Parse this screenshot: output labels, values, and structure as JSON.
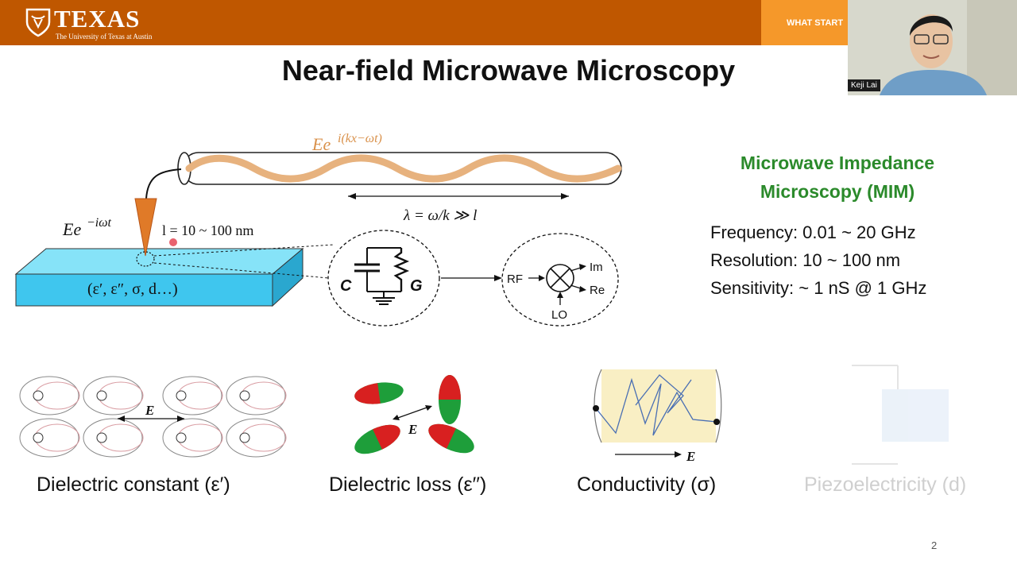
{
  "header": {
    "logo_word": "TEXAS",
    "logo_subtitle": "The University of Texas at Austin",
    "tagline": "WHAT START",
    "bar_color": "#bf5700",
    "bar_accent_color": "#f5982a"
  },
  "webcam": {
    "participant_name": "Keji Lai"
  },
  "slide": {
    "title": "Near-field Microwave Microscopy",
    "page_number": "2",
    "diagram": {
      "wave_label": "Ee",
      "wave_exponent": "i(kx−ωt)",
      "wavelength_label": "λ = ω/k ≫ l",
      "tip_label": "Ee",
      "tip_exponent": "−iωt",
      "distance_label": "l = 10 ~ 100 nm",
      "sample_label": "(ε′, ε″, σ, d…)",
      "capacitor_label": "C",
      "conductance_label": "G",
      "rf_label": "RF",
      "im_label": "Im",
      "re_label": "Re",
      "lo_label": "LO"
    },
    "mim": {
      "title_line1": "Microwave Impedance",
      "title_line2": "Microscopy (MIM)",
      "frequency": "Frequency: 0.01 ~ 20 GHz",
      "resolution": "Resolution: 10 ~ 100 nm",
      "sensitivity": "Sensitivity: ~ 1 nS @ 1 GHz"
    },
    "mechanisms": [
      {
        "caption": "Dielectric constant (ε′)",
        "field_label": "E"
      },
      {
        "caption": "Dielectric loss (ε′′)",
        "field_label": "E"
      },
      {
        "caption": "Conductivity (σ)",
        "field_label": "E"
      },
      {
        "caption": "Piezoelectricity (d)",
        "field_label": ""
      }
    ]
  }
}
